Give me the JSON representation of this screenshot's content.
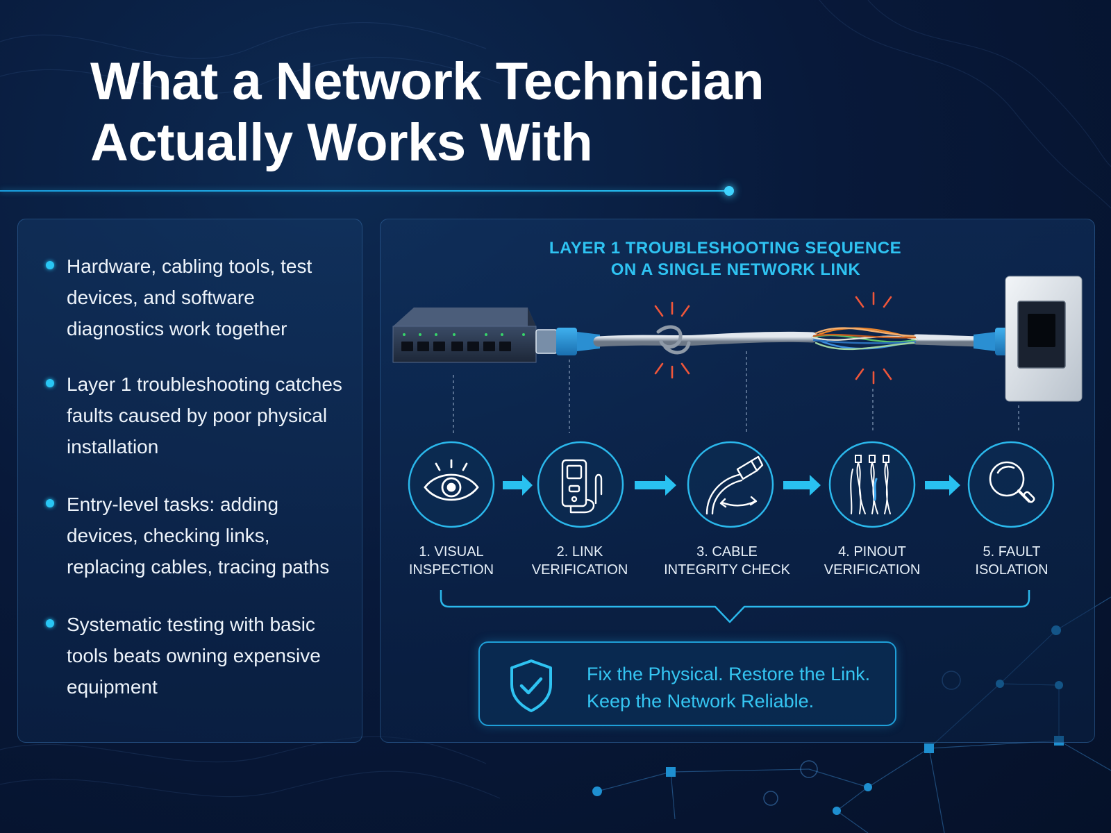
{
  "title": {
    "line1": "What a Network Technician",
    "line2": "Actually Works With"
  },
  "bullets": [
    {
      "lines": [
        "Hardware, cabling tools, test",
        "devices, and software",
        "diagnostics work together"
      ]
    },
    {
      "lines": [
        "Layer 1 troubleshooting catches",
        "faults caused by poor physical",
        "installation"
      ]
    },
    {
      "lines": [
        "Entry-level tasks: adding",
        "devices, checking links,",
        "replacing cables, tracing paths"
      ]
    },
    {
      "lines": [
        "Systematic testing with basic",
        "tools beats owning expensive",
        "equipment"
      ]
    }
  ],
  "diagram": {
    "title_line1": "LAYER 1 TROUBLESHOOTING SEQUENCE",
    "title_line2": "ON A SINGLE NETWORK LINK",
    "steps": [
      {
        "line1": "1. VISUAL",
        "line2": "INSPECTION",
        "icon": "eye-icon"
      },
      {
        "line1": "2. LINK",
        "line2": "VERIFICATION",
        "icon": "cable-tester-icon"
      },
      {
        "line1": "3. CABLE",
        "line2": "INTEGRITY CHECK",
        "icon": "bent-cable-icon"
      },
      {
        "line1": "4. PINOUT",
        "line2": "VERIFICATION",
        "icon": "wire-pairs-icon"
      },
      {
        "line1": "5. FAULT",
        "line2": "ISOLATION",
        "icon": "magnifier-icon"
      }
    ]
  },
  "callout": {
    "line1": "Fix the Physical. Restore the Link.",
    "line2": "Keep the Network Reliable.",
    "icon": "shield-check-icon"
  },
  "colors": {
    "accent": "#2fc3f2",
    "fault_marks": "#f0563a",
    "background": "#08193a"
  }
}
